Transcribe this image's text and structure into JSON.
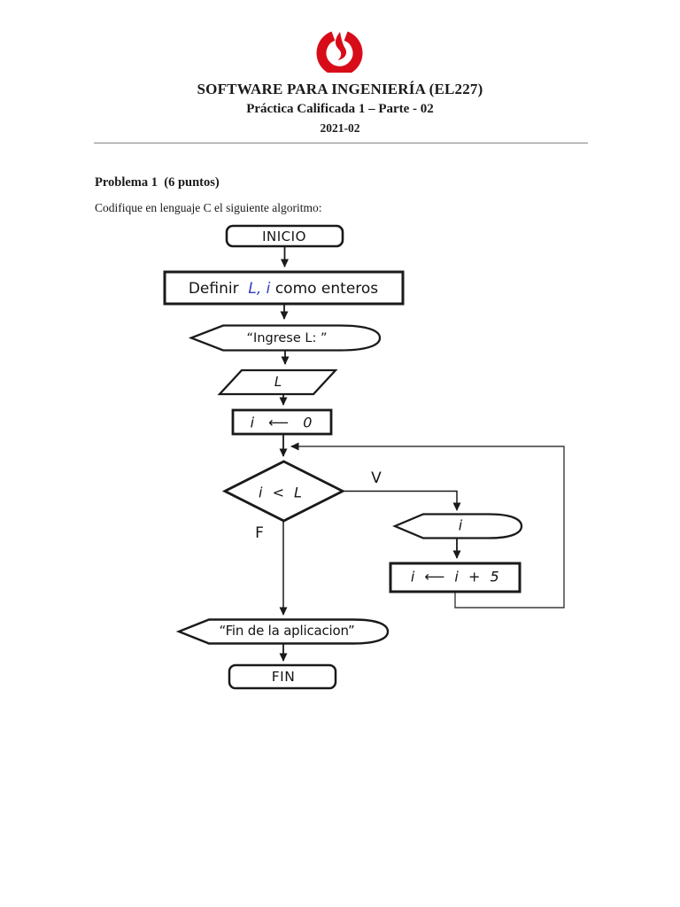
{
  "header": {
    "logo_icon": "upc-flame-logo",
    "title_line1": "SOFTWARE PARA INGENIERÍA (EL227)",
    "title_line2": "Práctica Calificada 1 – Parte - 02",
    "title_line3": "2021-02",
    "separator": "_____________________________________________________________________________________________"
  },
  "problem": {
    "heading": "Problema 1  (6 puntos)",
    "instruction": "Codifique en lenguaje C el siguiente algoritmo:"
  },
  "flowchart": {
    "start_label": "INICIO",
    "declare_prefix": "Definir  ",
    "declare_vars": "L, i",
    "declare_suffix": " como enteros",
    "prompt_label": "“Ingrese L: ”",
    "input_label": "L",
    "init_label": "i ⟵ 0",
    "decision_label": "i < L",
    "branch_true_label": "V",
    "branch_false_label": "F",
    "output_label": "i",
    "increment_label": "i ⟵ i + 5",
    "end_message_label": "“Fin de la aplicacion”",
    "end_label": "FIN"
  },
  "colors": {
    "variable_blue": "#2f3ec0",
    "logo_red": "#d80c18",
    "stroke_black": "#1a1a1a"
  }
}
